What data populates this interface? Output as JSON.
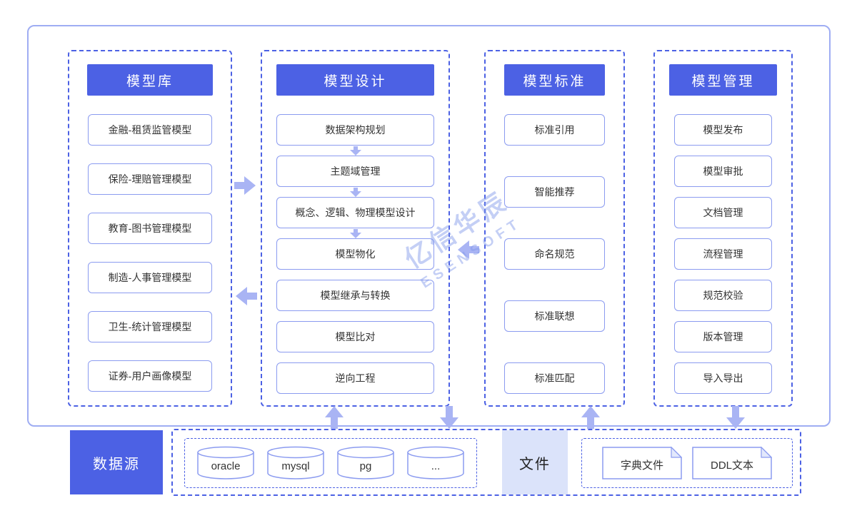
{
  "watermark": {
    "line1": "亿信华辰",
    "line2": "ESENSOFT"
  },
  "columns": [
    {
      "title": "模型库",
      "items": [
        "金融-租赁监管模型",
        "保险-理赔管理模型",
        "教育-图书管理模型",
        "制造-人事管理模型",
        "卫生-统计管理模型",
        "证券-用户画像模型"
      ]
    },
    {
      "title": "模型设计",
      "items": [
        "数据架构规划",
        "主题域管理",
        "概念、逻辑、物理模型设计",
        "模型物化",
        "模型继承与转换",
        "模型比对",
        "逆向工程"
      ]
    },
    {
      "title": "模型标准",
      "items": [
        "标准引用",
        "智能推荐",
        "命名规范",
        "标准联想",
        "标准匹配"
      ]
    },
    {
      "title": "模型管理",
      "items": [
        "模型发布",
        "模型审批",
        "文档管理",
        "流程管理",
        "规范校验",
        "版本管理",
        "导入导出"
      ]
    }
  ],
  "bottom": {
    "datasource_label": "数据源",
    "databases": [
      "oracle",
      "mysql",
      "pg",
      "..."
    ],
    "file_label": "文件",
    "file_types": [
      "字典文件",
      "DDL文本"
    ]
  },
  "colors": {
    "primary": "#4c61e4",
    "item_border": "#8b9bf0",
    "arrow": "#a9b4f4",
    "frame_border": "#9fadf3",
    "file_box_bg": "#dbe3fa",
    "watermark": "#7d97ea"
  }
}
